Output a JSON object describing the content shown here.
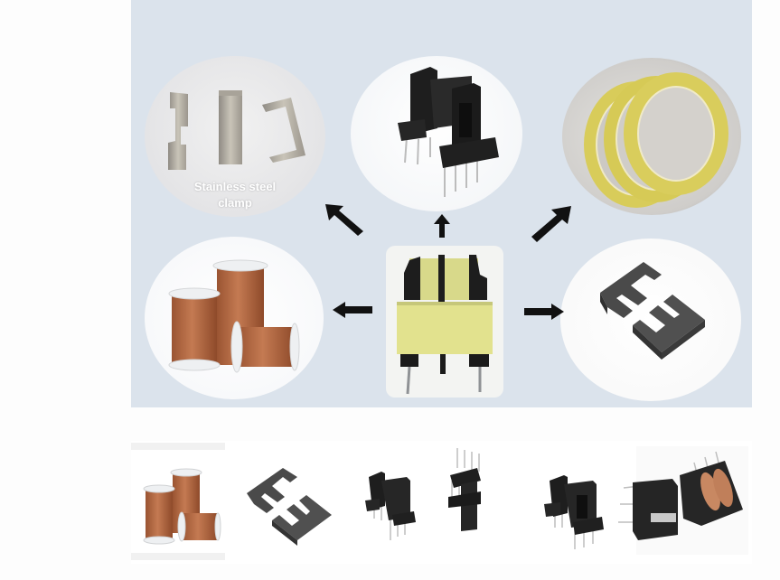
{
  "diagram": {
    "background_color": "#dbe3ec",
    "center": {
      "label": "",
      "item": "yellow-taped-transformer"
    },
    "satellites": [
      {
        "position": "top-left",
        "item": "stainless-steel-clamps",
        "caption_line1": "Stainless steel",
        "caption_line2": "clamp"
      },
      {
        "position": "top-center",
        "item": "black-bobbin"
      },
      {
        "position": "top-right",
        "item": "yellow-insulating-tape-rolls"
      },
      {
        "position": "left",
        "item": "copper-enamelled-wire-spools"
      },
      {
        "position": "right",
        "item": "ferrite-e-core"
      }
    ],
    "arrow_color": "#111111"
  },
  "gallery": {
    "items": [
      "copper-wire-spools",
      "ferrite-e-core",
      "bobbin",
      "bobbin-upright",
      "bobbin-side",
      "common-mode-chokes"
    ]
  }
}
